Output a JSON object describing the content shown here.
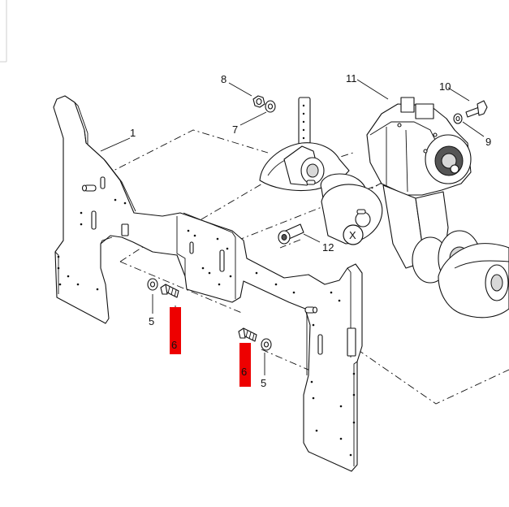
{
  "callouts": {
    "c1": "1",
    "c5a": "5",
    "c5b": "5",
    "c6a": "6",
    "c6b": "6",
    "c7": "7",
    "c8": "8",
    "c9": "9",
    "c10": "10",
    "c11": "11",
    "c12": "12",
    "cx": "X"
  },
  "highlight_color": "#ee0000"
}
